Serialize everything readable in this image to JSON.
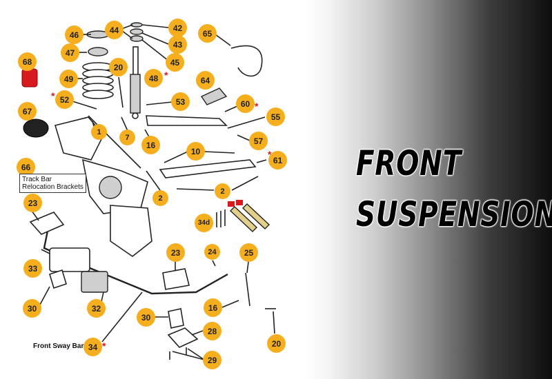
{
  "title": {
    "line1": "FRONT",
    "line2": "SUSPENSION"
  },
  "callouts": {
    "c46": "46",
    "c44": "44",
    "c42": "42",
    "c43": "43",
    "c45": "45",
    "c65": "65",
    "c68": "68",
    "c47": "47",
    "c20a": "20",
    "c49": "49",
    "c48": "48",
    "c64": "64",
    "c52": "52",
    "c53": "53",
    "c60": "60",
    "c67": "67",
    "c55": "55",
    "c1": "1",
    "c7": "7",
    "c16a": "16",
    "c57": "57",
    "c10": "10",
    "c61": "61",
    "c66": "66",
    "c2a": "2",
    "c2b": "2",
    "c23a": "23",
    "c34d": "34d",
    "c23b": "23",
    "c24": "24",
    "c25": "25",
    "c33": "33",
    "c30a": "30",
    "c32": "32",
    "c16b": "16",
    "c30b": "30",
    "c28": "28",
    "c34": "34",
    "c20b": "20",
    "c29": "29"
  },
  "labels": {
    "track_bar_line1": "Track Bar",
    "track_bar_line2": "Relocation Brackets",
    "front_sway_bar": "Front Sway Bar",
    "asterisk": "*"
  },
  "colors": {
    "callout_fill": "#f5ae1e",
    "asterisk": "#d71920",
    "bushing_red": "#d71920"
  }
}
